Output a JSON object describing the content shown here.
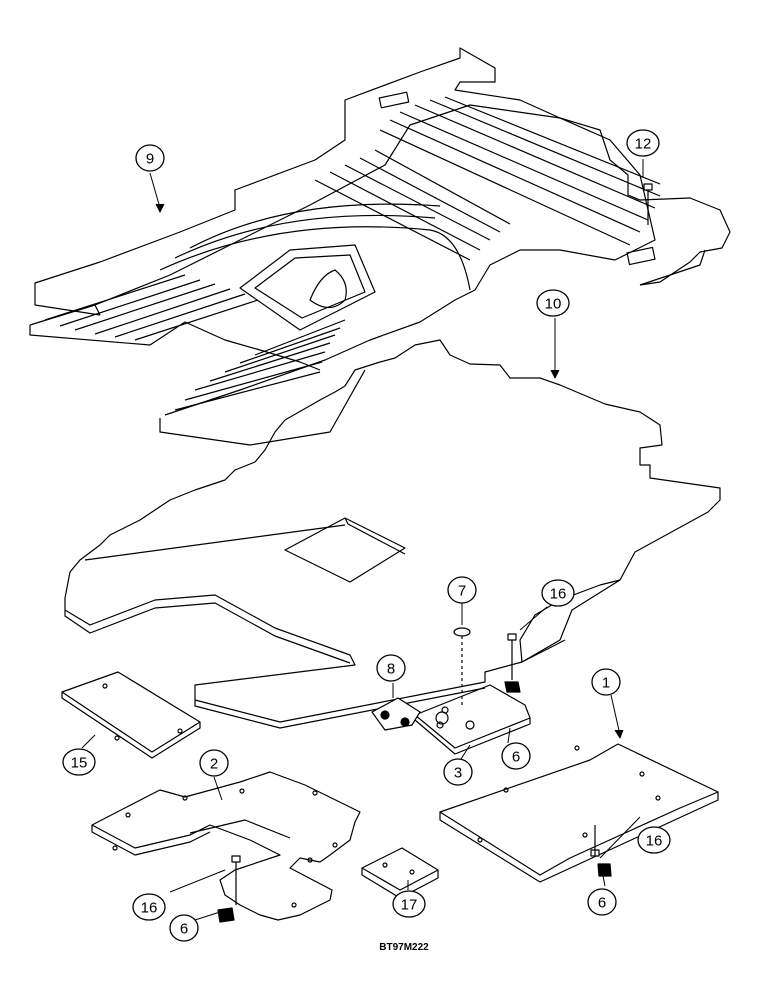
{
  "diagram": {
    "callouts": [
      {
        "id": "c9",
        "text": "9"
      },
      {
        "id": "c10",
        "text": "10"
      },
      {
        "id": "c12",
        "text": "12"
      },
      {
        "id": "c16a",
        "text": "16"
      },
      {
        "id": "c7",
        "text": "7"
      },
      {
        "id": "c8",
        "text": "8"
      },
      {
        "id": "c1",
        "text": "1"
      },
      {
        "id": "c6a",
        "text": "6"
      },
      {
        "id": "c3",
        "text": "3"
      },
      {
        "id": "c15",
        "text": "15"
      },
      {
        "id": "c2",
        "text": "2"
      },
      {
        "id": "c16b",
        "text": "16"
      },
      {
        "id": "c6b",
        "text": "6"
      },
      {
        "id": "c16c",
        "text": "16"
      },
      {
        "id": "c17",
        "text": "17"
      },
      {
        "id": "c6c",
        "text": "6"
      }
    ],
    "figure_code": "BT97M222"
  }
}
